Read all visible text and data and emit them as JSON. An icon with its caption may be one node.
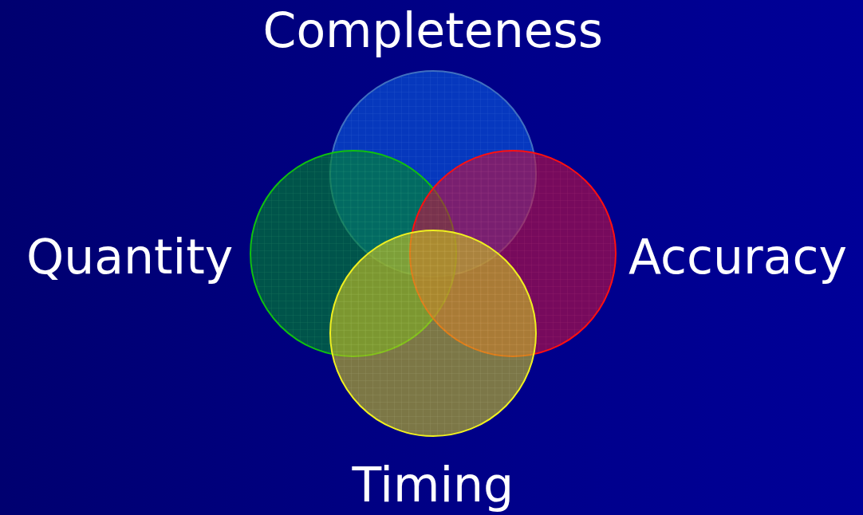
{
  "diagram": {
    "nodes": [
      {
        "text": [
          "Completeness"
        ]
      },
      {
        "text": [
          "Quantity"
        ]
      },
      {
        "text": [
          "Accuracy"
        ]
      },
      {
        "text": [
          "Timing"
        ]
      }
    ]
  }
}
